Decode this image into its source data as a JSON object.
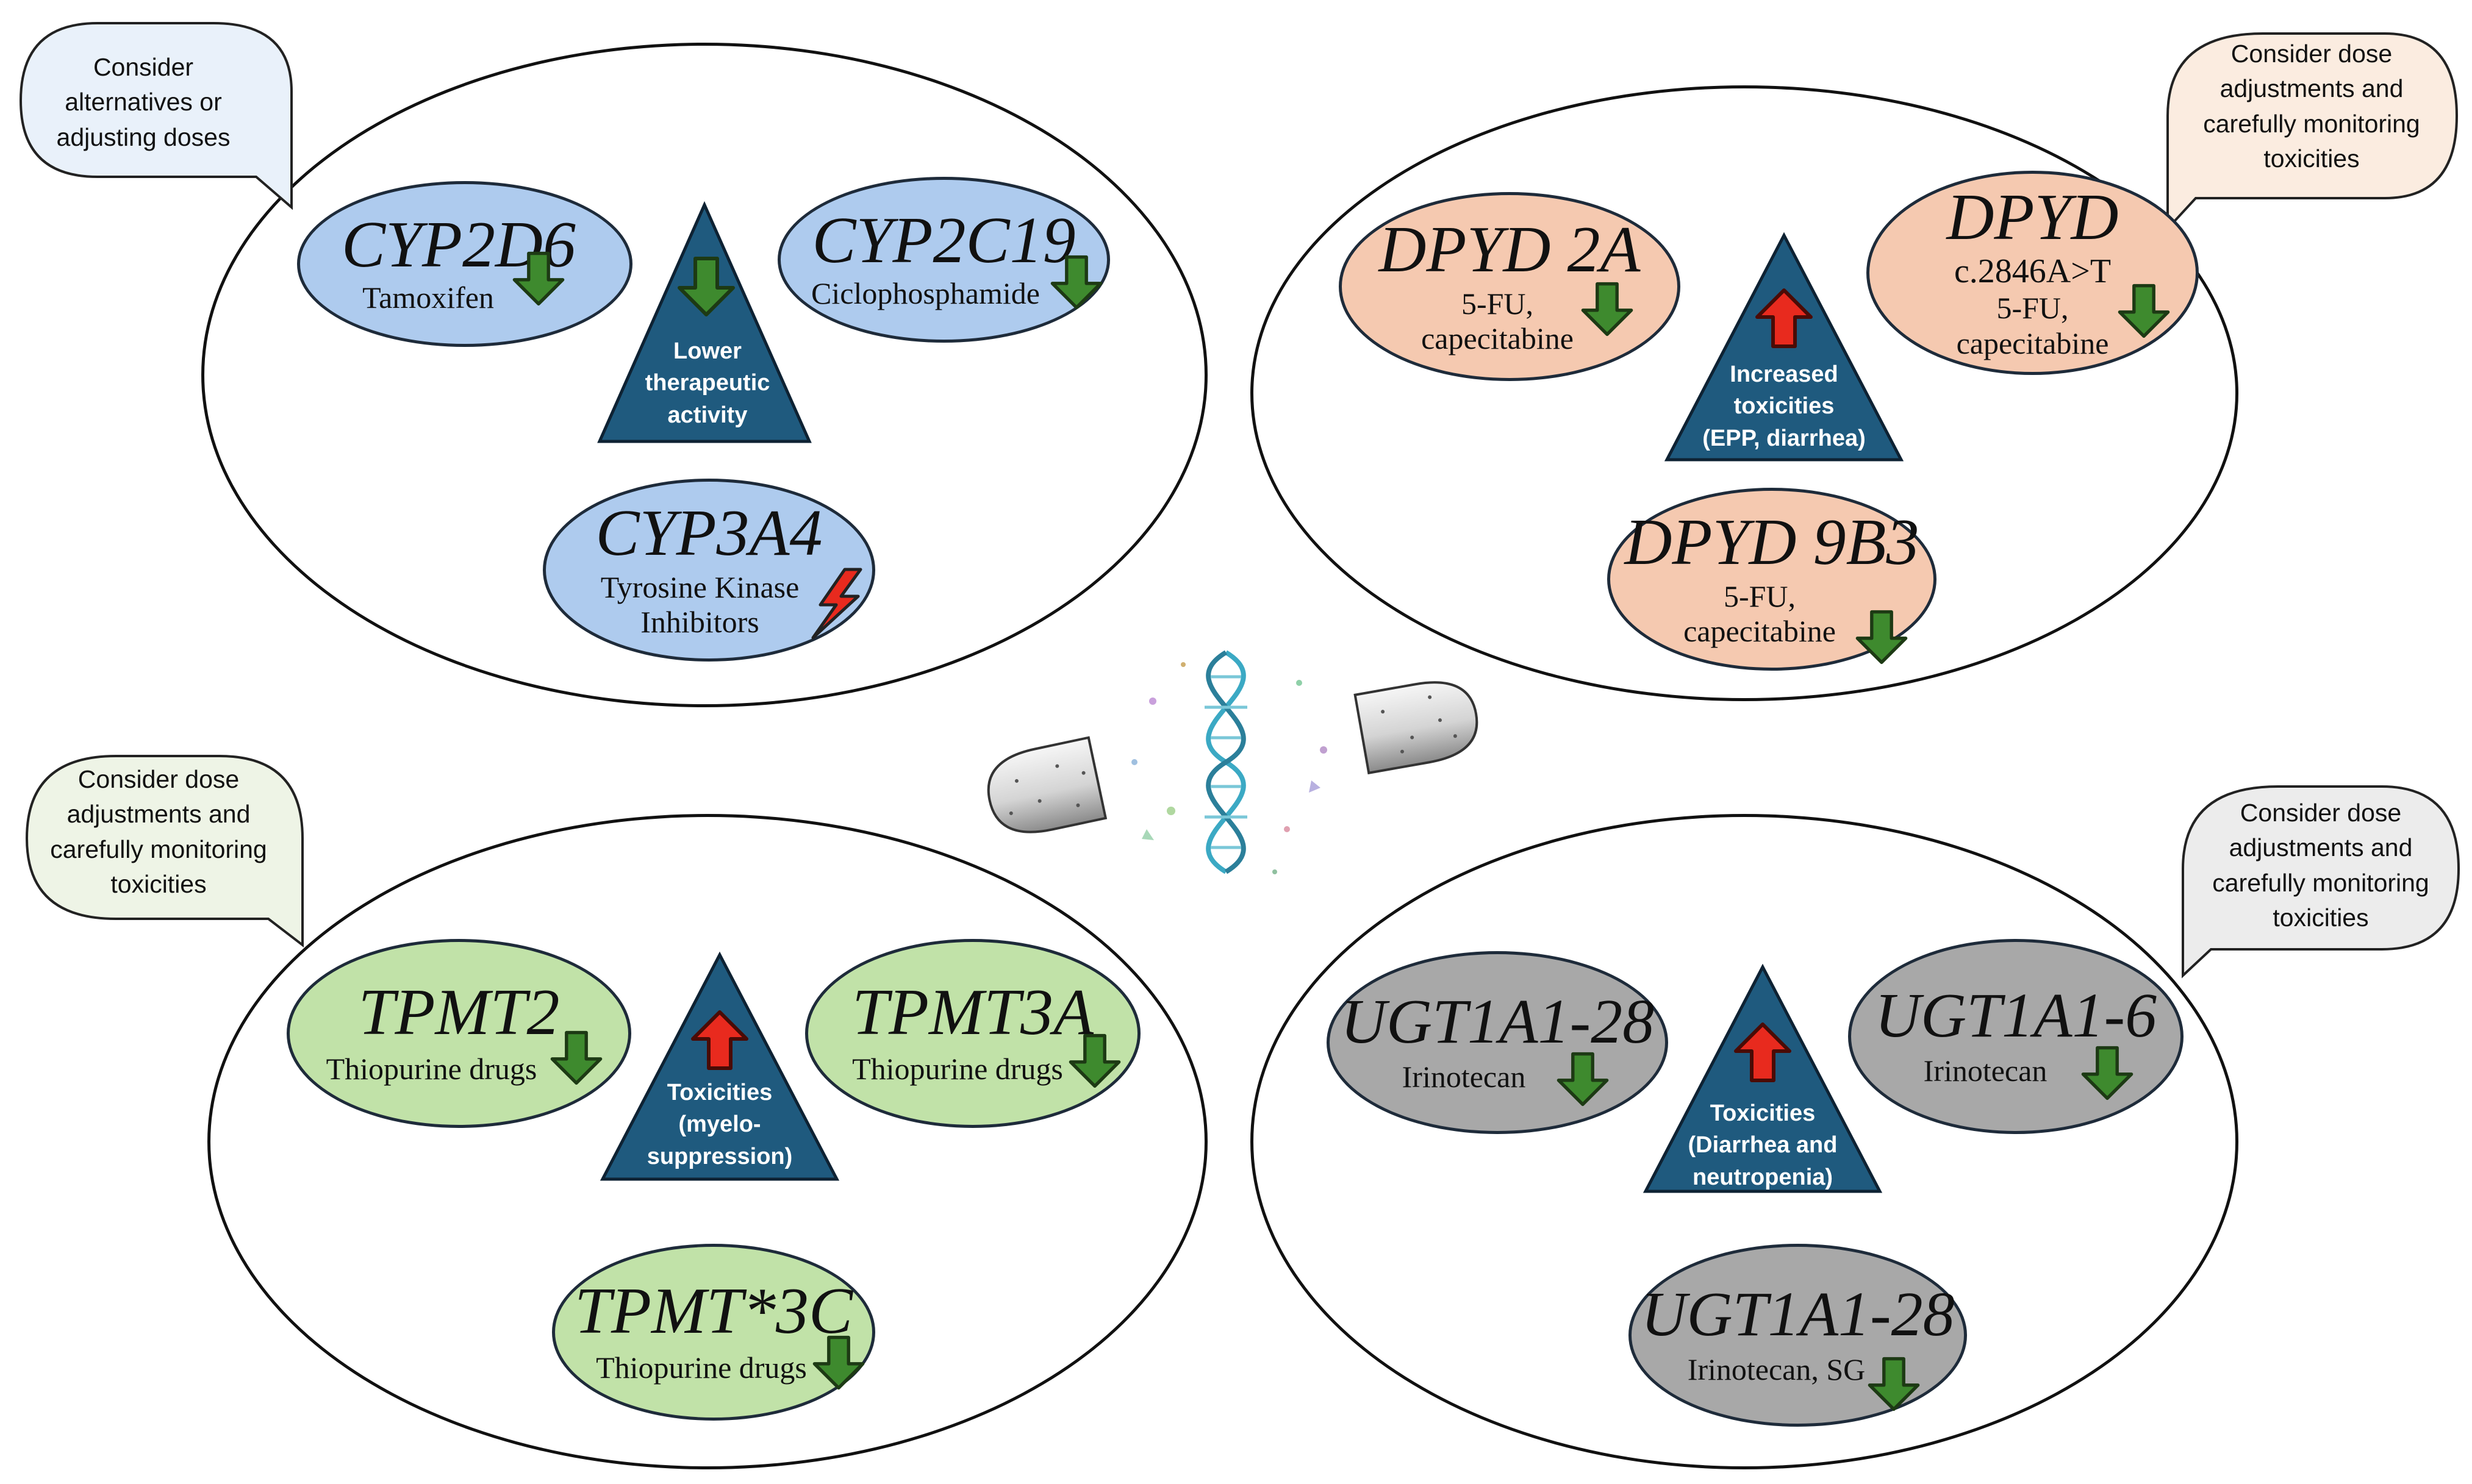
{
  "colors": {
    "triangle": "#1f5a7e",
    "down_arrow": "#3e8a2e",
    "up_arrow": "#e82a1e",
    "blue_ellipse": "#aecbee",
    "peach_ellipse": "#f5c9b0",
    "green_ellipse": "#c1e2a8",
    "grey_ellipse": "#a8a8a8"
  },
  "panels": {
    "cyp": {
      "bubble": [
        "Consider",
        "alternatives or",
        "adjusting doses"
      ],
      "triangle": [
        "Lower",
        "therapeutic",
        "activity"
      ],
      "genes": [
        {
          "name": "CYP2D6",
          "drug": "Tamoxifen"
        },
        {
          "name": "CYP2C19",
          "drug": "Ciclophosphamide"
        },
        {
          "name": "CYP3A4",
          "drug_lines": [
            "Tyrosine Kinase",
            "Inhibitors"
          ]
        }
      ]
    },
    "dpyd": {
      "bubble": [
        "Consider dose",
        "adjustments and",
        "carefully monitoring",
        "toxicities"
      ],
      "triangle": [
        "Increased",
        "toxicities",
        "(EPP, diarrhea)"
      ],
      "genes": [
        {
          "name": "DPYD 2A",
          "drug_lines": [
            "5-FU,",
            "capecitabine"
          ]
        },
        {
          "name": "DPYD",
          "drug_lines": [
            "c.2846A>T",
            "5-FU,",
            "capecitabine"
          ]
        },
        {
          "name": "DPYD 9B3",
          "drug_lines": [
            "5-FU,",
            "capecitabine"
          ]
        }
      ]
    },
    "tpmt": {
      "bubble": [
        "Consider dose",
        "adjustments and",
        "carefully monitoring",
        "toxicities"
      ],
      "triangle": [
        "Toxicities",
        "(myelo-",
        "suppression)"
      ],
      "genes": [
        {
          "name": "TPMT2",
          "drug": "Thiopurine drugs"
        },
        {
          "name": "TPMT3A",
          "drug": "Thiopurine drugs"
        },
        {
          "name": "TPMT*3C",
          "drug": "Thiopurine drugs"
        }
      ]
    },
    "ugt": {
      "bubble": [
        "Consider dose",
        "adjustments and",
        "carefully monitoring",
        "toxicities"
      ],
      "triangle": [
        "Toxicities",
        "(Diarrhea and",
        "neutropenia)"
      ],
      "genes": [
        {
          "name": "UGT1A1-28",
          "drug": "Irinotecan"
        },
        {
          "name": "UGT1A1-6",
          "drug": "Irinotecan"
        },
        {
          "name": "UGT1A1-28",
          "drug": "Irinotecan, SG"
        }
      ]
    }
  }
}
